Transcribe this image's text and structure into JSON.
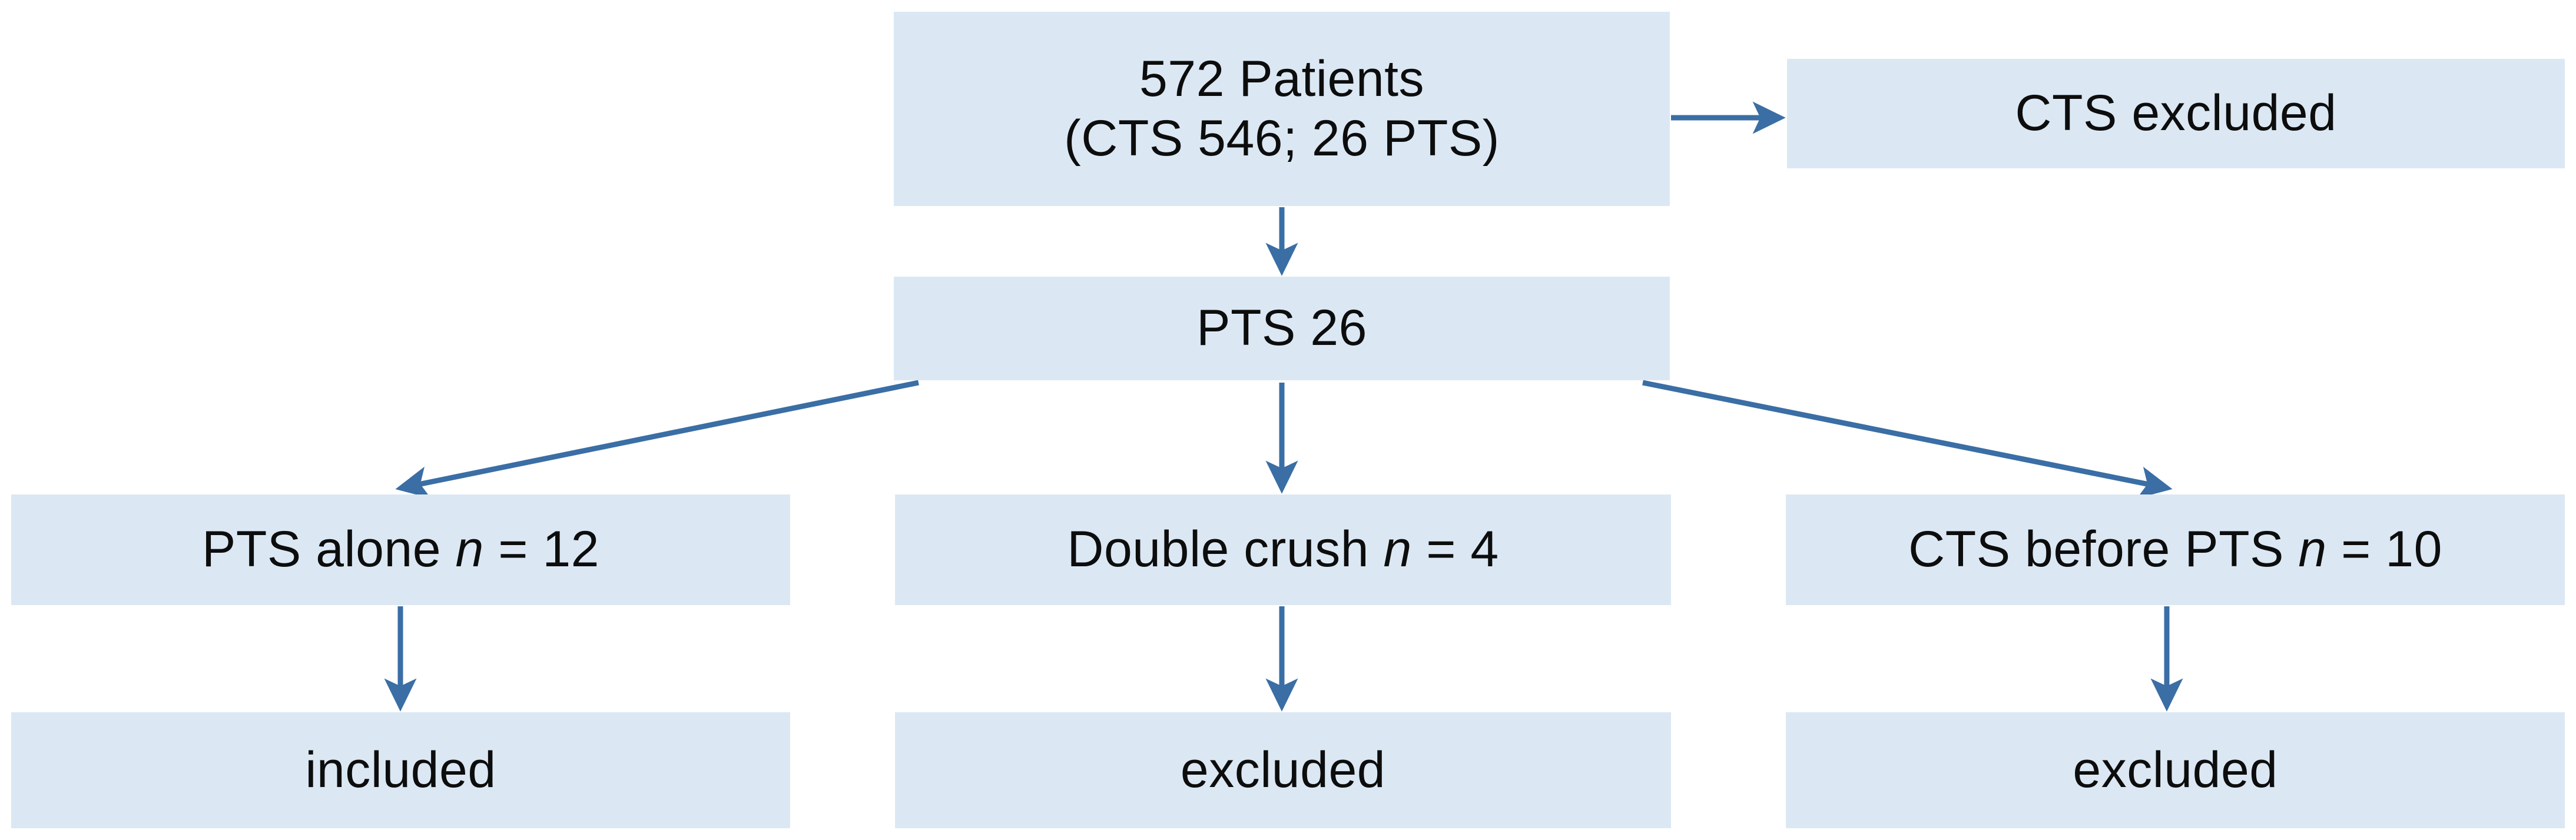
{
  "figure": {
    "type": "flowchart",
    "orientation": "top-down",
    "box_fill": "#dbe8f4",
    "arrow_color": "#3a6ea5",
    "text_color": "#0d0d0d"
  },
  "nodes": {
    "total_patients": {
      "id": "node-total",
      "line1": "572 Patients",
      "line2": "(CTS 546; 26 PTS)"
    },
    "cts_excluded": {
      "id": "node-cts-excluded",
      "label": "CTS excluded"
    },
    "pts26": {
      "id": "node-pts26",
      "label": "PTS 26"
    },
    "pts_alone": {
      "id": "node-pts-alone",
      "prefix": "PTS alone ",
      "variable": "n",
      "suffix": " = 12",
      "value": 12
    },
    "double_crush": {
      "id": "node-double-crush",
      "prefix": "Double crush ",
      "variable": "n",
      "suffix": " = 4",
      "value": 4
    },
    "cts_before_pts": {
      "id": "node-cts-before-pts",
      "prefix": "CTS before PTS ",
      "variable": "n",
      "suffix": " = 10",
      "value": 10
    },
    "included": {
      "id": "node-included",
      "label": "included"
    },
    "excluded_mid": {
      "id": "node-excluded-mid",
      "label": "excluded"
    },
    "excluded_right": {
      "id": "node-excluded-right",
      "label": "excluded"
    }
  },
  "edges": [
    {
      "name": "total-to-cts-excluded",
      "from": "total_patients",
      "to": "cts_excluded",
      "style": "horizontal-arrow"
    },
    {
      "name": "total-to-pts26",
      "from": "total_patients",
      "to": "pts26",
      "style": "vertical-arrow"
    },
    {
      "name": "pts26-to-pts-alone",
      "from": "pts26",
      "to": "pts_alone",
      "style": "diagonal-arrow-left"
    },
    {
      "name": "pts26-to-double-crush",
      "from": "pts26",
      "to": "double_crush",
      "style": "vertical-arrow"
    },
    {
      "name": "pts26-to-cts-before-pts",
      "from": "pts26",
      "to": "cts_before_pts",
      "style": "diagonal-arrow-right"
    },
    {
      "name": "pts-alone-to-included",
      "from": "pts_alone",
      "to": "included",
      "style": "vertical-arrow"
    },
    {
      "name": "double-crush-to-excluded",
      "from": "double_crush",
      "to": "excluded_mid",
      "style": "vertical-arrow"
    },
    {
      "name": "cts-before-pts-to-excluded",
      "from": "cts_before_pts",
      "to": "excluded_right",
      "style": "vertical-arrow"
    }
  ]
}
